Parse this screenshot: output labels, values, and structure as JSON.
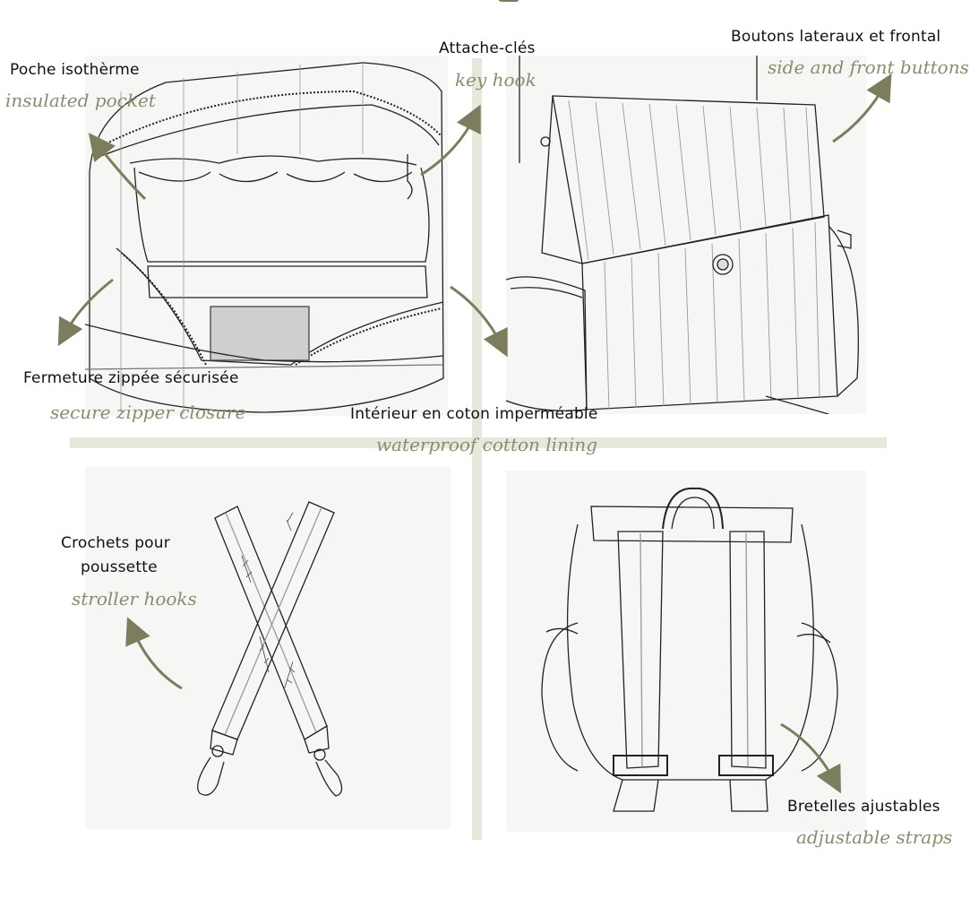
{
  "labels": {
    "insulated_pocket": {
      "fr": "Poche isothèrme",
      "en": "insulated pocket"
    },
    "key_hook": {
      "fr": "Attache-clés",
      "en": "key hook"
    },
    "side_front_buttons": {
      "fr": "Boutons lateraux et frontal",
      "en": "side and front buttons"
    },
    "secure_zipper": {
      "fr": "Fermeture zippée sécurisée",
      "en": "secure zipper closure"
    },
    "waterproof_lining": {
      "fr": "Intérieur en coton imperméable",
      "en": "waterproof cotton lining"
    },
    "stroller_hooks": {
      "fr_line1": "Crochets pour",
      "fr_line2": "poussette",
      "en": "stroller hooks"
    },
    "adjustable_straps": {
      "fr": "Bretelles ajustables",
      "en": "adjustable straps"
    }
  },
  "colors": {
    "accent": "#8a8c6c",
    "arrow": "#7b7d5d",
    "divider": "#e7e8dc",
    "panel": "#f6f6f4",
    "line": "#222222"
  },
  "illustrations": {
    "top_left": "open-bag-interior-sketch",
    "top_right": "bag-front-pocket-sketch",
    "bottom_left": "stroller-straps-sketch",
    "bottom_right": "backpack-back-straps-sketch"
  }
}
